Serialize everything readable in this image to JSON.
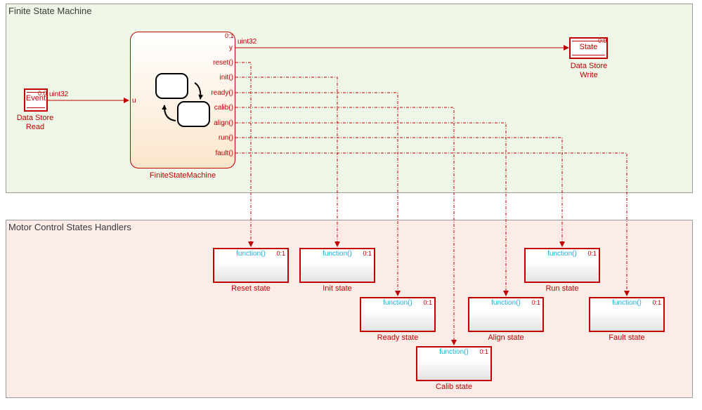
{
  "areas": {
    "fsm_title": "Finite State Machine",
    "handlers_title": "Motor Control States Handlers"
  },
  "data_store_read": {
    "name": "Event",
    "priority": "0:0",
    "label_line1": "Data Store",
    "label_line2": "Read",
    "signal_type": "uint32"
  },
  "data_store_write": {
    "name": "State",
    "priority": "0:9",
    "label_line1": "Data Store",
    "label_line2": "Write",
    "signal_type": "uint32"
  },
  "chart": {
    "name": "FiniteStateMachine",
    "priority": "0:1",
    "input_port": "u",
    "output_port": "y",
    "events": [
      "reset()",
      "init()",
      "ready()",
      "calib()",
      "align()",
      "run()",
      "fault()"
    ]
  },
  "handlers": [
    {
      "name": "Reset state",
      "trigger": "function()",
      "priority": "0:1"
    },
    {
      "name": "Init state",
      "trigger": "function()",
      "priority": "0:1"
    },
    {
      "name": "Ready state",
      "trigger": "function()",
      "priority": "0:1"
    },
    {
      "name": "Calib state",
      "trigger": "function()",
      "priority": "0:1"
    },
    {
      "name": "Align state",
      "trigger": "function()",
      "priority": "0:1"
    },
    {
      "name": "Run state",
      "trigger": "function()",
      "priority": "0:1"
    },
    {
      "name": "Fault state",
      "trigger": "function()",
      "priority": "0:1"
    }
  ],
  "colors": {
    "block": "#c00000",
    "trigger_label": "#16b1d8",
    "fsm_area": "#eef6e8",
    "handlers_area": "#fbece8"
  }
}
